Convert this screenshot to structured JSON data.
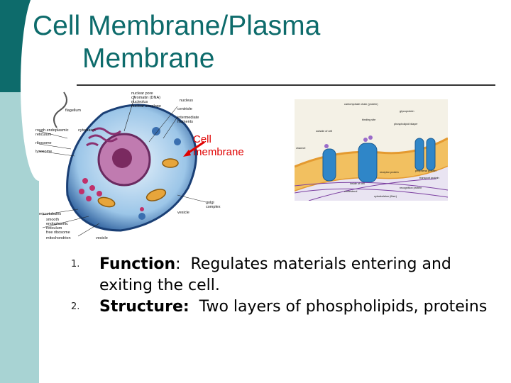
{
  "title": {
    "line1": "Cell Membrane/Plasma",
    "line2": "Membrane"
  },
  "cell_label": {
    "line1": "Cell",
    "line2": "membrane"
  },
  "cell_diagram_labels": {
    "nuclear_pore": "nuclear pore",
    "chromatin": "chromatin (DNA)",
    "nucleolus": "nucleolus",
    "nuclear_envelope": "nuclear envelope",
    "nucleus": "nucleus",
    "centriole": "centriole",
    "intermediate": "intermediate",
    "filaments": "filaments",
    "flagellum": "flagellum",
    "rough_er": "rough endoplasmic",
    "reticulum": "reticulum",
    "cytoplasm": "cytoplasm",
    "ribosome": "ribosome",
    "lysosome": "lysosome",
    "golgi": "golgi",
    "complex": "complex",
    "vesicle": "vesicle",
    "microtubules": "microtubules",
    "smooth": "smooth",
    "endoplasmic": "endoplasmic",
    "reticulum2": "reticulum",
    "free_ribosome": "free ribosome",
    "mitochondrion": "mitochondrion",
    "vesicle2": "vesicle"
  },
  "membrane_diagram_labels": {
    "carbohydrate_chain": "carbohydrate chain (protein)",
    "glycoprotein": "glycoprotein",
    "binding_site": "binding site",
    "phospholipid_bilayer": "phospholipid bilayer",
    "outside": "outside of cell",
    "channel": "channel",
    "receptor_protein": "receptor protein",
    "transport_protein": "transport protein",
    "inside": "inside of cell",
    "recognition": "recognition protein",
    "cholesterol": "cholesterol",
    "cytoskeleton": "cytoskeleton (fiber)",
    "peripheral": "peripheral protein"
  },
  "list": [
    {
      "number": "1.",
      "label": "Function",
      "punct": ":",
      "text": "  Regulates materials entering and exiting the cell."
    },
    {
      "number": "2.",
      "label": "Structure:",
      "text": "  Two layers of phospholipids, proteins"
    }
  ],
  "colors": {
    "accent": "#0d6b6b",
    "sidebar_light": "#a8d3d3",
    "label_red": "#e00000"
  }
}
